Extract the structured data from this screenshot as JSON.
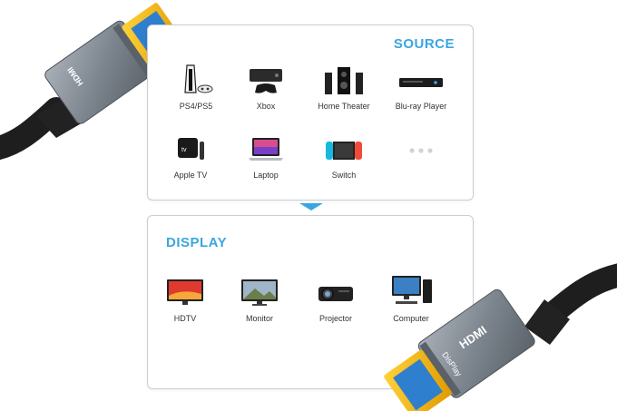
{
  "source": {
    "title": "SOURCE",
    "devices": [
      {
        "label": "PS4/PS5",
        "icon": "game-console-icon"
      },
      {
        "label": "Xbox",
        "icon": "xbox-console-icon"
      },
      {
        "label": "Home Theater",
        "icon": "home-theater-icon"
      },
      {
        "label": "Blu-ray Player",
        "icon": "bluray-player-icon"
      },
      {
        "label": "Apple TV",
        "icon": "apple-tv-icon"
      },
      {
        "label": "Laptop",
        "icon": "laptop-icon"
      },
      {
        "label": "Switch",
        "icon": "switch-console-icon"
      },
      {
        "label": "",
        "icon": "more-dots-icon"
      }
    ]
  },
  "display": {
    "title": "DISPLAY",
    "devices": [
      {
        "label": "HDTV",
        "icon": "hdtv-icon"
      },
      {
        "label": "Monitor",
        "icon": "monitor-icon"
      },
      {
        "label": "Projector",
        "icon": "projector-icon"
      },
      {
        "label": "Computer",
        "icon": "computer-icon"
      }
    ]
  },
  "connectors": {
    "top_plug_brand": "HDMI",
    "bottom_plug_brand": "HDMI",
    "bottom_plug_text": "DisPlay"
  },
  "colors": {
    "accent": "#3aa6e0",
    "gold": "#f2b70a",
    "metal": "#7d858e",
    "cable": "#1e1e1e"
  }
}
